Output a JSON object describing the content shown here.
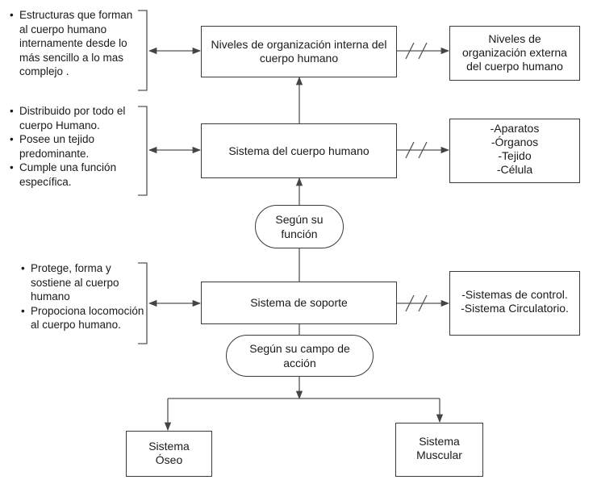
{
  "left_notes": {
    "top": [
      "Estructuras que forman al cuerpo humano internamente desde lo más sencillo a lo mas complejo ."
    ],
    "middle": [
      "Distribuido por todo el cuerpo Humano.",
      "Posee un tejido predominante.",
      "Cumple una función específica."
    ],
    "bottom": [
      "Protege, forma y sostiene al cuerpo humano",
      "Propociona locomoción al cuerpo humano."
    ]
  },
  "boxes": {
    "levels_internal": "Niveles de organización interna del cuerpo humano",
    "levels_external": [
      "Niveles de",
      "organización externa",
      "del cuerpo humano"
    ],
    "body_system": "Sistema del cuerpo humano",
    "body_system_list": [
      "-Aparatos",
      "-Órganos",
      "-Tejido",
      "-Célula"
    ],
    "support_system": "Sistema de soporte",
    "support_list": [
      "-Sistemas de control.",
      "-Sistema Circulatorio."
    ],
    "bone_system": [
      "Sistema",
      "Óseo"
    ],
    "muscle_system": [
      "Sistema",
      "Muscular"
    ]
  },
  "connectors": {
    "by_function": [
      "Según su",
      "función"
    ],
    "by_field": [
      "Según su campo de",
      "acción"
    ]
  }
}
